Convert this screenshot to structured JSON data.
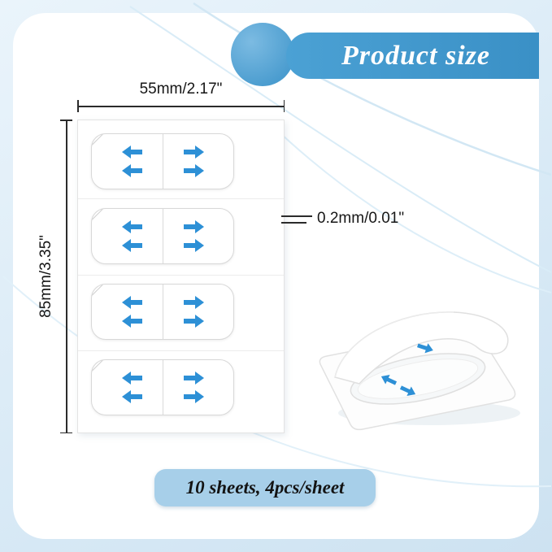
{
  "header": {
    "title": "Product size"
  },
  "dimensions": {
    "width": "55mm/2.17\"",
    "height": "85mm/3.35\"",
    "thickness": "0.2mm/0.01\""
  },
  "badge": {
    "label": "10 sheets, 4pcs/sheet"
  },
  "figure": {
    "sticker_rows": 4,
    "arrows_per_half": 2
  },
  "icons": {
    "arrow_left": "left-block-arrow",
    "arrow_right": "right-block-arrow",
    "peel_arrow": "blue-block-arrow"
  },
  "colors": {
    "ribbon_blue": "#3f96c9",
    "circle_blue": "#5aa8d8",
    "arrow_blue": "#2d90d6",
    "badge_bg": "#a7cfe9",
    "dimension_line": "#2b2b2b",
    "arc_light_blue": "#d6e9f5",
    "card_bg": "#ffffff",
    "outer_bg": "#d9eaf6"
  }
}
